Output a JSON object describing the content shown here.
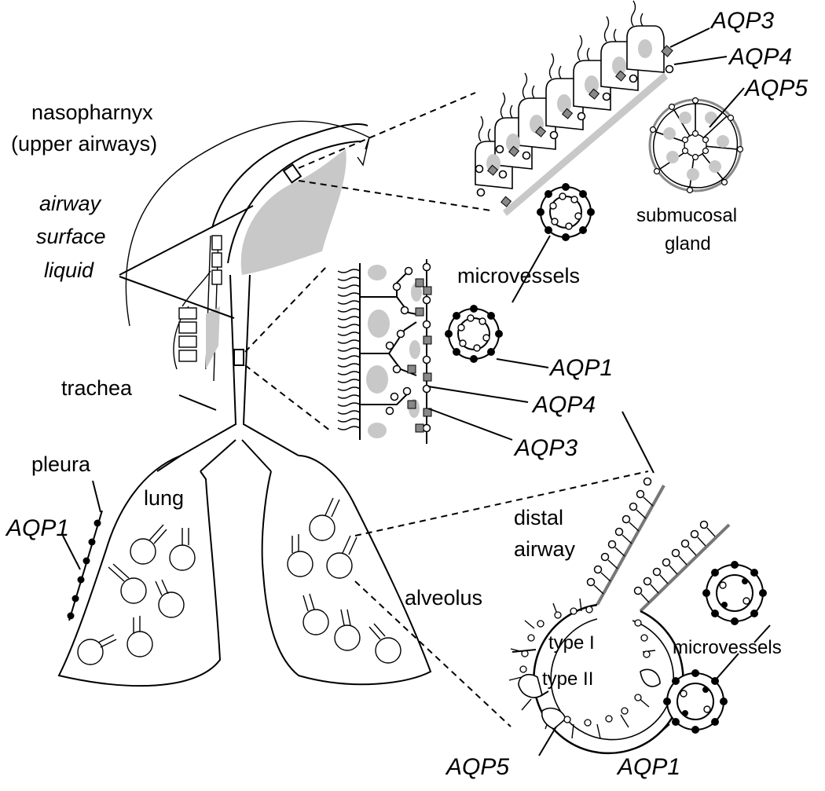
{
  "labels": {
    "nasopharynx_line1": "nasopharnyx",
    "nasopharynx_line2": "(upper airways)",
    "asl_line1": "airway",
    "asl_line2": "surface",
    "asl_line3": "liquid",
    "trachea": "trachea",
    "pleura": "pleura",
    "lung": "lung",
    "aqp1_pleura": "AQP1",
    "aqp3_top": "AQP3",
    "aqp4_top": "AQP4",
    "aqp5_top": "AQP5",
    "submucosal_line1": "submucosal",
    "submucosal_line2": "gland",
    "microvessels_upper": "microvessels",
    "aqp1_mid": "AQP1",
    "aqp4_mid": "AQP4",
    "aqp3_mid": "AQP3",
    "distal_line1": "distal",
    "distal_line2": "airway",
    "alveolus": "alveolus",
    "type1": "type I",
    "type2": "type II",
    "microvessels_lower": "microvessels",
    "aqp5_bottom": "AQP5",
    "aqp1_bottom": "AQP1"
  },
  "colors": {
    "ink": "#000000",
    "fill_gray": "#c8c8c8",
    "marker_gray": "#888888",
    "background": "#ffffff"
  }
}
